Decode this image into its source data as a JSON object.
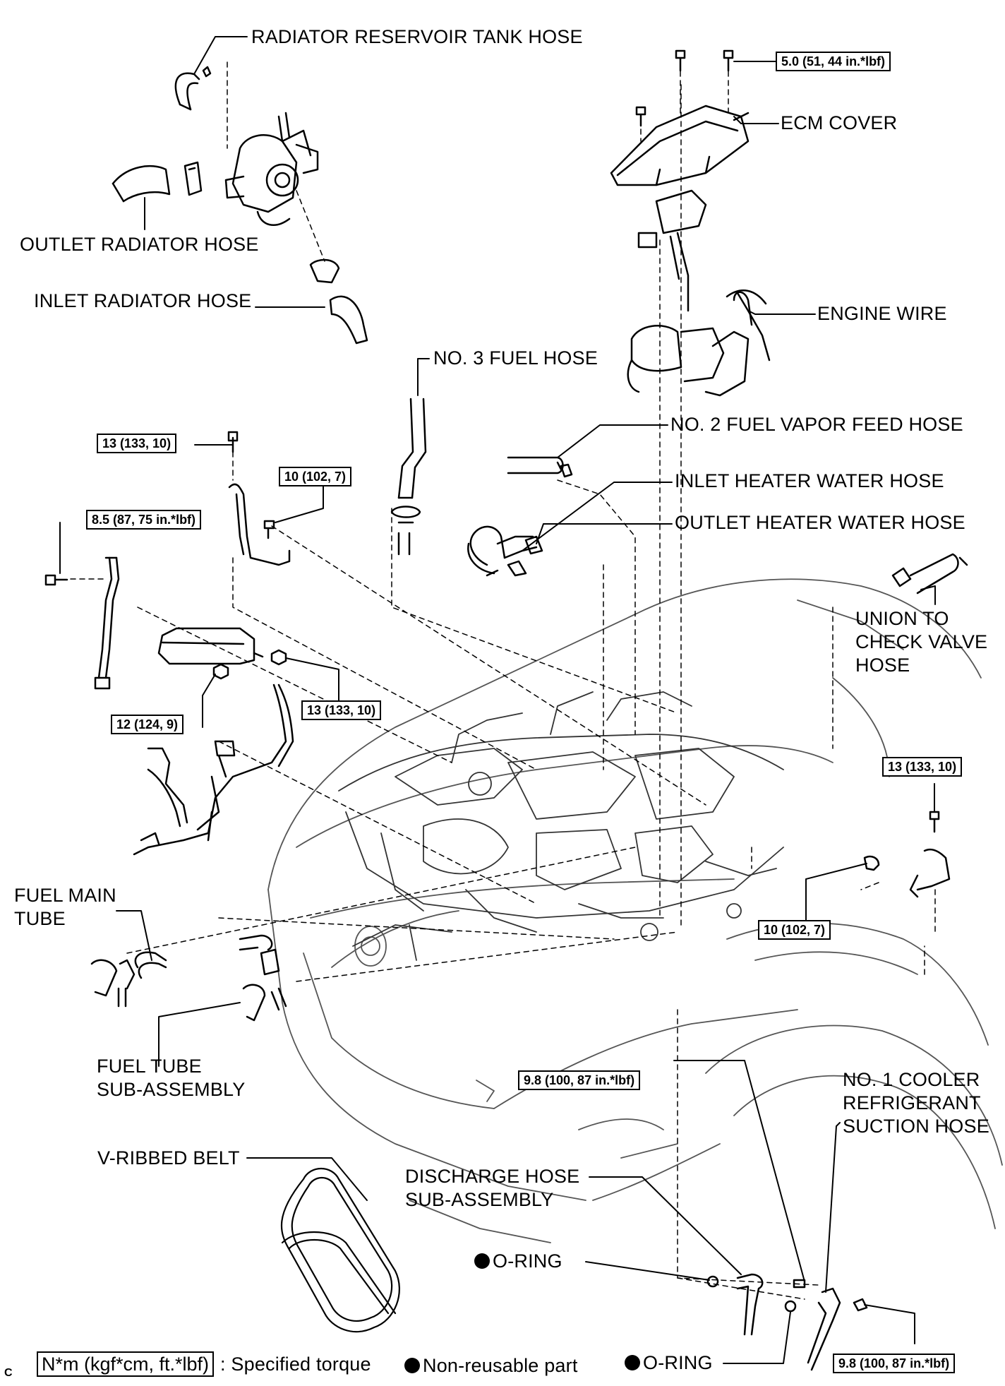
{
  "labels": {
    "radiator_reservoir_tank_hose": "RADIATOR RESERVOIR TANK HOSE",
    "ecm_cover": "ECM COVER",
    "outlet_radiator_hose": "OUTLET RADIATOR HOSE",
    "inlet_radiator_hose": "INLET RADIATOR HOSE",
    "engine_wire": "ENGINE WIRE",
    "no3_fuel_hose": "NO. 3 FUEL HOSE",
    "no2_fuel_vapor_feed_hose": "NO. 2 FUEL VAPOR FEED HOSE",
    "inlet_heater_water_hose": "INLET HEATER WATER HOSE",
    "outlet_heater_water_hose": "OUTLET HEATER WATER HOSE",
    "union_to_check_valve_hose": [
      "UNION TO",
      "CHECK VALVE",
      "HOSE"
    ],
    "fuel_main_tube": [
      "FUEL MAIN",
      "TUBE"
    ],
    "fuel_tube_sub_assembly": [
      "FUEL TUBE",
      "SUB-ASSEMBLY"
    ],
    "no1_cooler_refrigerant_suction_hose": [
      "NO. 1 COOLER",
      "REFRIGERANT",
      "SUCTION HOSE"
    ],
    "v_ribbed_belt": "V-RIBBED BELT",
    "discharge_hose_sub_assembly": [
      "DISCHARGE HOSE",
      "SUB-ASSEMBLY"
    ],
    "o_ring_upper": "O-RING",
    "o_ring_lower": "O-RING"
  },
  "torques": {
    "ecm_cover_bolt": "5.0 (51, 44 in.*lbf)",
    "bracket_bolt_top": "13 (133, 10)",
    "wire_bolt": "10 (102, 7)",
    "ground_bolt": "8.5 (87, 75 in.*lbf)",
    "nut_left": "12 (124, 9)",
    "nut_right_left": "13 (133, 10)",
    "right_bracket_bolt": "13 (133, 10)",
    "right_wire_bolt": "10 (102, 7)",
    "discharge_bolt": "9.8 (100, 87 in.*lbf)",
    "suction_bolt": "9.8 (100, 87 in.*lbf)"
  },
  "legend": {
    "torque_key": "N*m (kgf*cm, ft.*lbf)",
    "torque_desc": ": Specified torque",
    "nonreusable_desc": "Non-reusable part",
    "code": "C"
  }
}
